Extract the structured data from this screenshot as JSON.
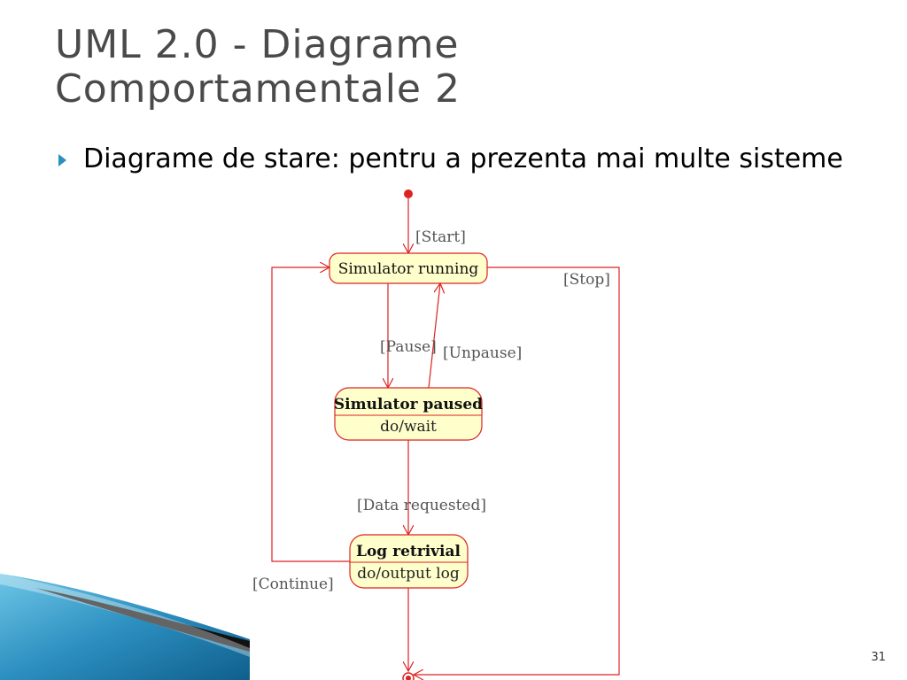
{
  "slide": {
    "title_line1": "UML 2.0 - Diagrame",
    "title_line2": "Comportamentale 2",
    "bullet_term": "Diagrame de stare",
    "bullet_rest": ": pentru a prezenta mai multe sisteme",
    "page_number": "31"
  },
  "diagram": {
    "states": {
      "running": {
        "name": "Simulator running"
      },
      "paused": {
        "name": "Simulator paused",
        "activity": "do/wait"
      },
      "log": {
        "name": "Log retrivial",
        "activity": "do/output log"
      }
    },
    "transitions": {
      "start": "[Start]",
      "stop": "[Stop]",
      "pause": "[Pause]",
      "unpause": "[Unpause]",
      "data_requested": "[Data requested]",
      "continue": "[Continue]"
    }
  },
  "colors": {
    "line": "#dd2222",
    "state_fill": "#ffffcc",
    "accent": "#2b8fbf"
  }
}
